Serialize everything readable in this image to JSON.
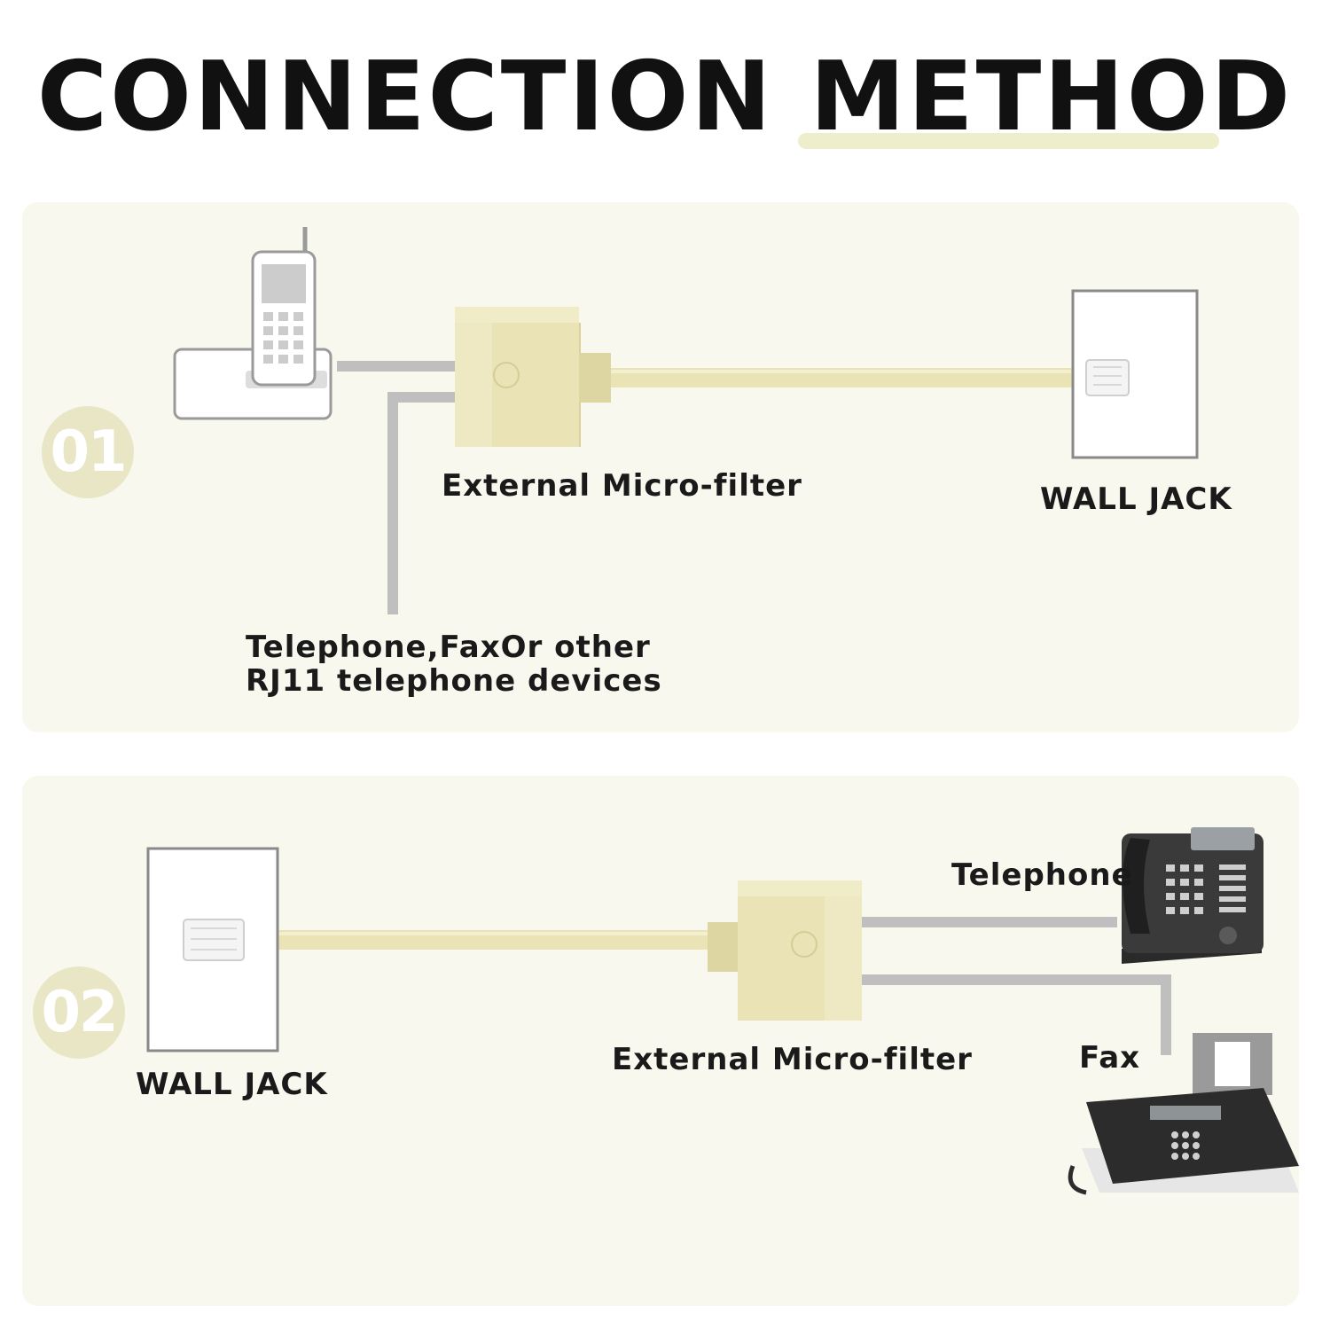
{
  "title": {
    "part1": "CONNECTION",
    "part2": "METHOD"
  },
  "colors": {
    "panel_bg": "#f8f8ee",
    "accent_underline": "#eeeecc",
    "badge": "#e9e6c6",
    "filter_body": "#e9e3b5",
    "filter_shade": "#d9d29c",
    "cable_gray": "#bfbfbf",
    "text": "#1a1a1a"
  },
  "steps": [
    {
      "number": "01",
      "filter_label": "External Micro-filter",
      "wall_jack_label": "WALL JACK",
      "device_label_line1": "Telephone,FaxOr other",
      "device_label_line2": "RJ11 telephone devices",
      "icons": [
        "cordless-phone-icon",
        "micro-filter-icon",
        "wall-jack-icon"
      ]
    },
    {
      "number": "02",
      "filter_label": "External Micro-filter",
      "wall_jack_label": "WALL JACK",
      "telephone_label": "Telephone",
      "fax_label": "Fax",
      "icons": [
        "wall-jack-icon",
        "micro-filter-icon",
        "desk-telephone-icon",
        "fax-machine-icon"
      ]
    }
  ]
}
